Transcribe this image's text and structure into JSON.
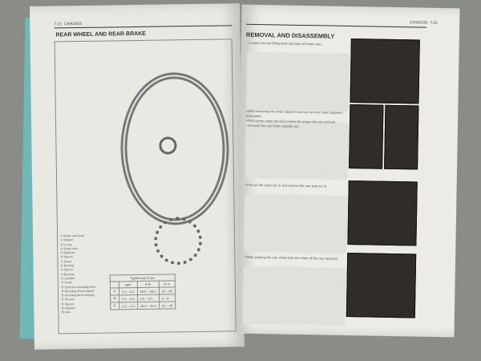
{
  "left_page": {
    "page_number": "7-21",
    "section": "CHASSIS",
    "title": "REAR WHEEL AND REAR BRAKE",
    "parts": [
      "① Brake cam lever",
      "② Washer",
      "③ O-ring",
      "④ Brake cam",
      "⑤ Balancer",
      "⑥ Spacer",
      "⑦ Panel",
      "⑧ Bearing",
      "⑨ Spacer",
      "⑩ Bearing",
      "⑪ Cushion",
      "⑫ Guide",
      "⑬ Sprocket mounting drum",
      "⑭ Mounting drum retainer",
      "⑮ Mounting drum bearing",
      "⑯ Oil seal",
      "⑰ Spacer",
      "⑱ Adjuster",
      "⑲ Axle"
    ],
    "torque_table": {
      "title": "Tightening torque",
      "headers": [
        "",
        "kgm",
        "ft-lb",
        "N·m"
      ],
      "rows": [
        [
          "Ⓐ",
          "5.0 – 8.0",
          "36.0 – 58.0",
          "50 – 80"
        ],
        [
          "Ⓑ",
          "0.5 – 0.8",
          "3.5 – 6.0",
          "5 – 8"
        ],
        [
          "Ⓒ",
          "2.5 – 4.0",
          "18.0 – 29.0",
          "25 – 40"
        ]
      ]
    }
  },
  "right_page": {
    "page_number": "7-22",
    "section": "CHASSIS",
    "title": "REMOVAL AND DISASSEMBLY",
    "steps": [
      [
        "• Loosen the two fitting bolts and take off chain case."
      ],
      [
        "• After loosening the chain adjuster lock nut, turn the chain adjusters downward.",
        "• Pull out the cotter pin and remove the torque link nut and bolt.",
        "• Remove the rear brake adjuster nut."
      ],
      [
        "• Pull out the cotter pin ① and remove the rear axle nut ②."
      ],
      [
        "• While pushing the rear wheel take the chain off the rear sprocket."
      ]
    ]
  }
}
